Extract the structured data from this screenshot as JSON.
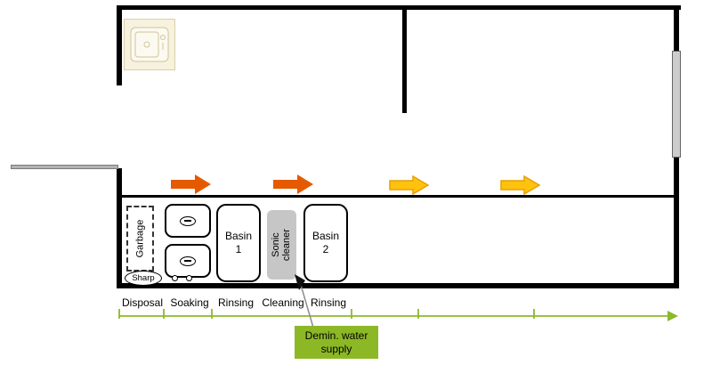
{
  "stations": {
    "garbage": "Garbage",
    "sharp": "Sharp",
    "basin1": "Basin 1",
    "sonic": "Sonic cleaner",
    "basin2": "Basin 2"
  },
  "phases": [
    "Disposal",
    "Soaking",
    "Rinsing",
    "Cleaning",
    "Rinsing"
  ],
  "annotation": {
    "demin_supply": "Demin. water supply"
  },
  "colors": {
    "wall": "#000000",
    "arrow_orange": "#E55A00",
    "arrow_yellow": "#FFC20E",
    "arrow_yellow_border": "#E89F00",
    "timeline_green": "#8CB82C",
    "annotation_green": "#8DB826",
    "sonic_gray": "#C6C6C6",
    "door_gray": "#B3B3B3",
    "window_gray": "#CCCCCC"
  }
}
